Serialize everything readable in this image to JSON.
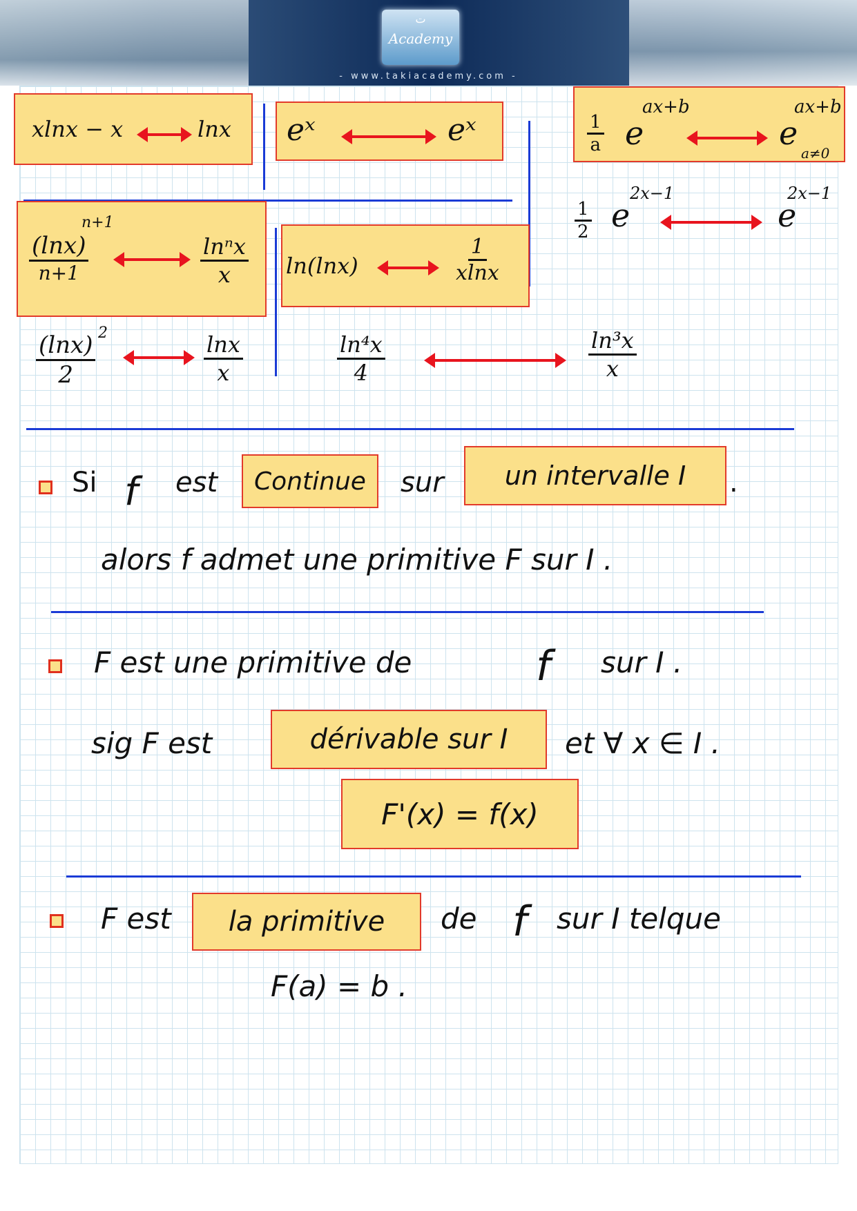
{
  "header": {
    "logo_arabic": "ت",
    "logo_text": "Academy",
    "url": "- www.takiacademy.com -"
  },
  "formulas": {
    "f1": {
      "left": "xlnx − x",
      "right": "lnx"
    },
    "f2": {
      "left": "eˣ",
      "right": "eˣ"
    },
    "f3": {
      "left_coef_num": "1",
      "left_coef_den": "a",
      "left_base": "e",
      "left_exp": "ax+b",
      "right_base": "e",
      "right_exp": "ax+b",
      "cond": "a≠0"
    },
    "f4": {
      "coef_num": "1",
      "coef_den": "2",
      "left_base": "e",
      "left_exp": "2x−1",
      "right_base": "e",
      "right_exp": "2x−1"
    },
    "f5": {
      "num": "(lnx)",
      "num_exp": "n+1",
      "den": "n+1",
      "right_num": "lnⁿx",
      "right_den": "x"
    },
    "f6": {
      "left": "ln(lnx)",
      "right_num": "1",
      "right_den": "xlnx"
    },
    "f7": {
      "num": "(lnx)",
      "num_exp": "2",
      "den": "2",
      "right_num": "lnx",
      "right_den": "x"
    },
    "f8": {
      "num": "ln⁴x",
      "den": "4",
      "right_num": "ln³x",
      "right_den": "x"
    }
  },
  "section1": {
    "line1_a": "Si",
    "line1_f": "f",
    "line1_b": "est",
    "box1": "Continue",
    "line1_c": "sur",
    "box2": "un intervalle I",
    "line1_end": ".",
    "line2": "alors  f  admet une primitive F sur I ."
  },
  "section2": {
    "line1": "F est une primitive de",
    "line1_f": "f",
    "line1_end": "sur I .",
    "line2_a": "sig F est",
    "box": "dérivable sur I",
    "line2_b": "et ∀ x ∈ I .",
    "formula": "F'(x) = f(x)"
  },
  "section3": {
    "line1_a": "F est",
    "box": "la primitive",
    "line1_b": "de",
    "line1_f": "f",
    "line1_c": "sur I telque",
    "line2": "F(a) = b ."
  },
  "colors": {
    "box_fill": "#fbe08a",
    "box_border": "#e23a2a",
    "rule": "#1a3bd6",
    "arrow": "#e8141e"
  }
}
